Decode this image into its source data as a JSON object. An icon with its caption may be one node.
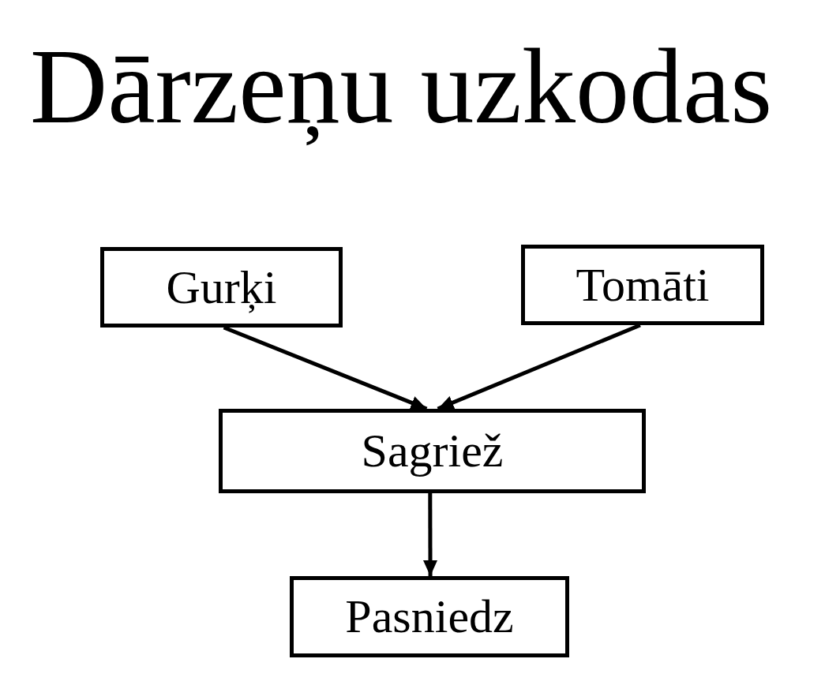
{
  "diagram": {
    "title": "Dārzeņu uzkodas",
    "nodes": [
      {
        "text": [
          "Gurķi"
        ]
      },
      {
        "text": [
          "Tomāti"
        ]
      },
      {
        "text": [
          "Sagriež"
        ]
      },
      {
        "text": [
          "Pasniedz"
        ]
      }
    ],
    "edges": [
      {
        "from": 0,
        "to": 2,
        "arrow": "to"
      },
      {
        "from": 1,
        "to": 2,
        "arrow": "to"
      },
      {
        "from": 2,
        "to": 3,
        "arrow": "to"
      }
    ]
  }
}
